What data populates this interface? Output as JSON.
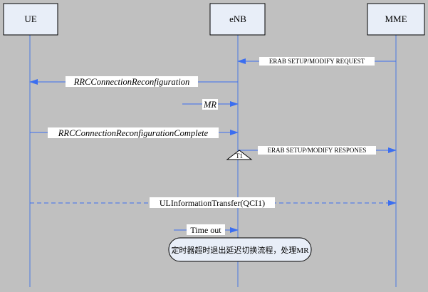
{
  "actors": {
    "ue": "UE",
    "enb": "eNB",
    "mme": "MME"
  },
  "messages": {
    "erab_request": "ERAB SETUP/MODIFY REQUEST",
    "rrc_reconf": "RRCConnectionReconfiguration",
    "mr": "MR",
    "rrc_reconf_complete": "RRCConnectionReconfigurationComplete",
    "erab_response": "ERAB SETUP/MODIFY RESPONES",
    "timer": "T1",
    "ul_info": "ULInformationTransfer(QCI1)",
    "timeout": "Time out",
    "note": "定时器超时退出延迟切换流程，处理MR"
  },
  "colors": {
    "background": "#c0c0c0",
    "actor_fill": "#e8eef8",
    "arrow": "#3366dd",
    "note_fill": "#e8eef8"
  }
}
